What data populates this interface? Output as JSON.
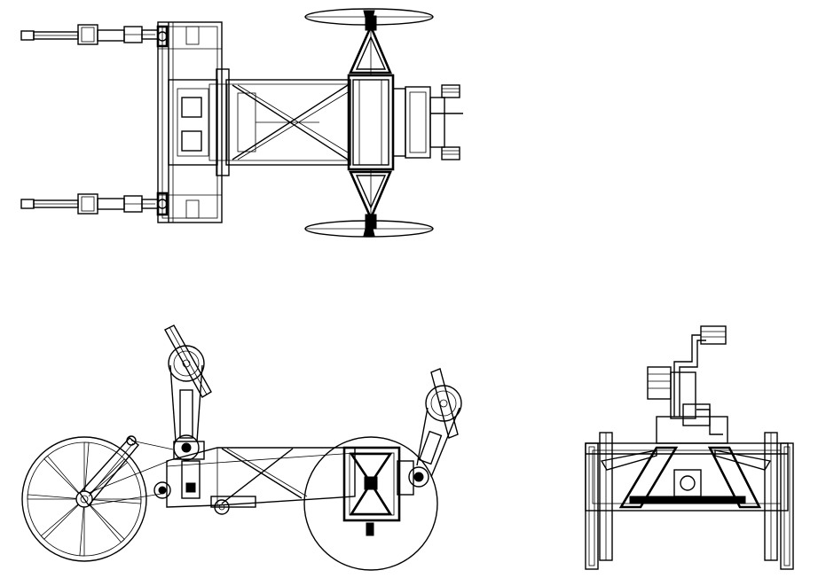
{
  "drawing": {
    "views": [
      "top-view",
      "side-view",
      "front-view"
    ],
    "line_color": "#000000",
    "background_color": "#ffffff",
    "side_view": {
      "large_wheel_spokes": 8
    }
  }
}
